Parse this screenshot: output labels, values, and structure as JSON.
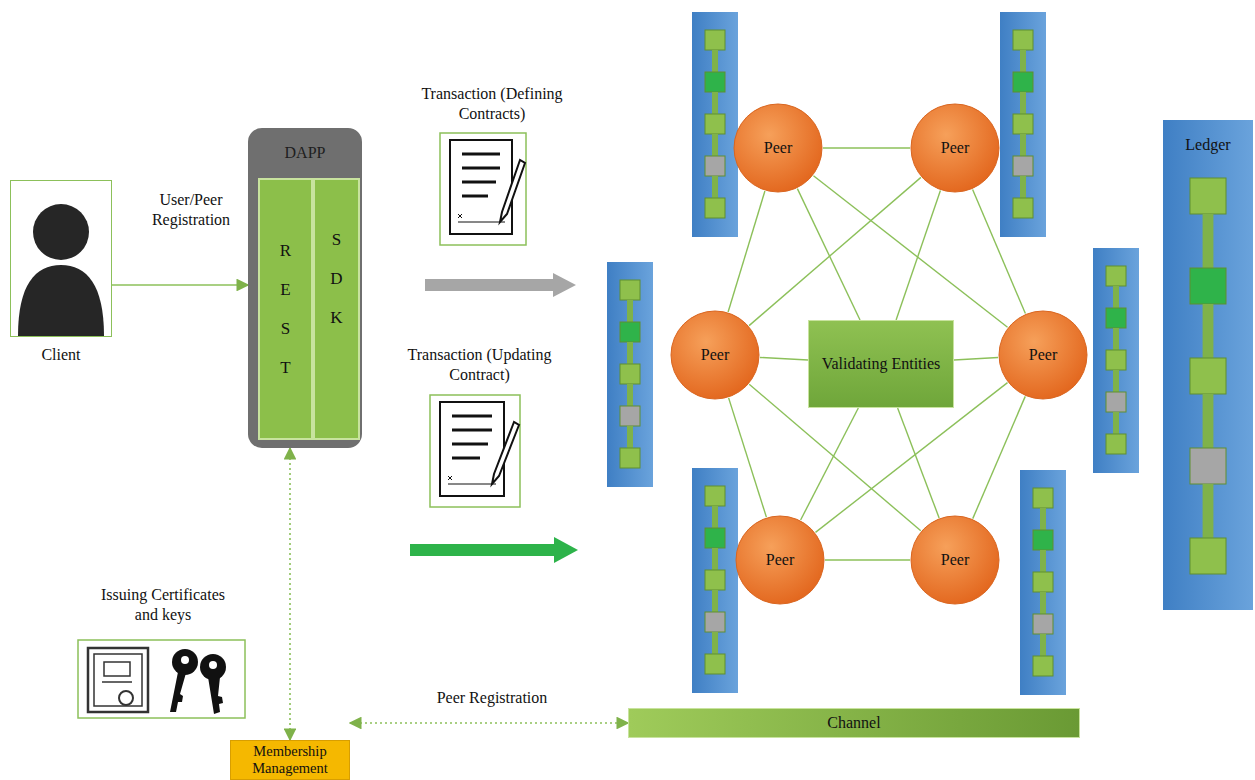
{
  "diagram": {
    "nodes": [
      {
        "text": [
          "Client"
        ]
      },
      {
        "text": [
          "DAPP"
        ]
      },
      {
        "text": [
          "REST"
        ],
        "in": 1
      },
      {
        "text": [
          "SDK"
        ],
        "in": 1
      },
      {
        "text": [
          "Membership Management"
        ]
      },
      {
        "text": [
          "Channel"
        ]
      },
      {
        "text": [
          "Peer"
        ]
      },
      {
        "text": [
          "Peer"
        ]
      },
      {
        "text": [
          "Peer"
        ]
      },
      {
        "text": [
          "Validating Entities"
        ]
      },
      {
        "text": [
          "Peer"
        ]
      },
      {
        "text": [
          "Peer"
        ]
      },
      {
        "text": [
          "Peer"
        ]
      },
      {
        "text": [
          "Ledger"
        ]
      }
    ],
    "edges": [
      {
        "from": 0,
        "to": 1,
        "arrow": "to",
        "label": "User/Peer Registration"
      },
      {
        "from": 1,
        "to": 4,
        "arrow": "both"
      },
      {
        "from": 4,
        "to": 5,
        "arrow": "both",
        "label": "Peer Registration"
      },
      {
        "from": 6,
        "to": 9,
        "arrow": "none"
      },
      {
        "from": 7,
        "to": 9,
        "arrow": "none"
      },
      {
        "from": 8,
        "to": 9,
        "arrow": "none"
      },
      {
        "from": 10,
        "to": 9,
        "arrow": "none"
      },
      {
        "from": 11,
        "to": 9,
        "arrow": "none"
      },
      {
        "from": 12,
        "to": 9,
        "arrow": "none"
      },
      {
        "from": 6,
        "to": 7,
        "arrow": "none"
      },
      {
        "from": 7,
        "to": 10,
        "arrow": "none"
      },
      {
        "from": 10,
        "to": 12,
        "arrow": "none"
      },
      {
        "from": 12,
        "to": 11,
        "arrow": "none"
      },
      {
        "from": 11,
        "to": 8,
        "arrow": "none"
      },
      {
        "from": 8,
        "to": 6,
        "arrow": "none"
      },
      {
        "from": 8,
        "to": 7,
        "arrow": "none"
      },
      {
        "from": 8,
        "to": 12,
        "arrow": "none"
      },
      {
        "from": 10,
        "to": 6,
        "arrow": "none"
      },
      {
        "from": 10,
        "to": 11,
        "arrow": "none"
      }
    ],
    "labels": [
      "Transaction (Defining Contracts)",
      "Transaction (Updating Contract)",
      "Issuing Certificates and keys"
    ]
  }
}
